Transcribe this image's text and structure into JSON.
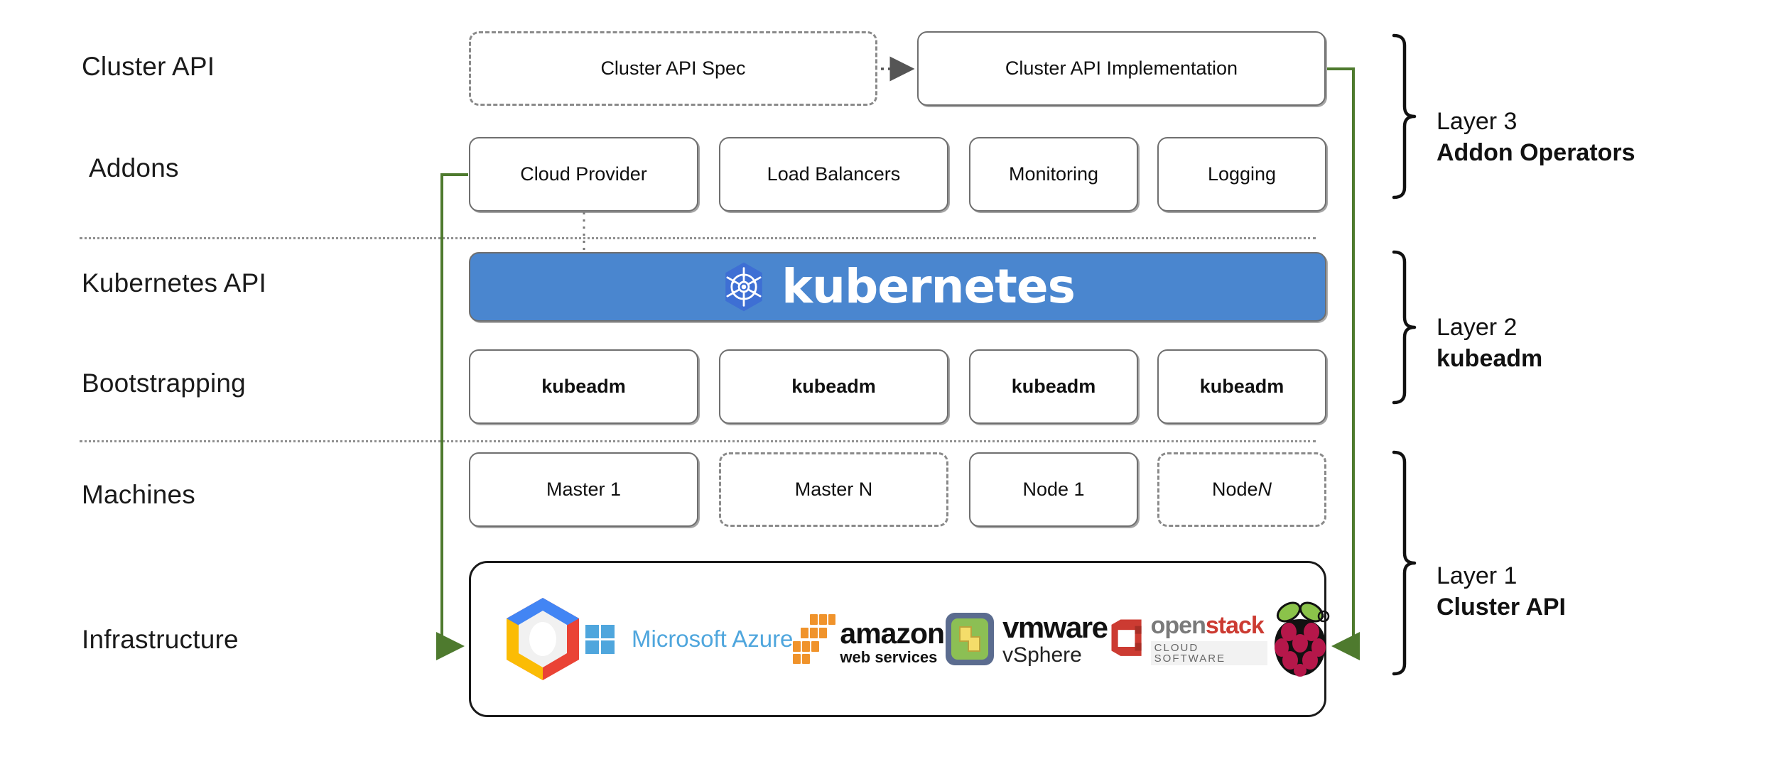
{
  "diagram": {
    "title": "Cluster API layered architecture",
    "accent_green": "#4e7a2e",
    "kubernetes_blue": "#4a86cf",
    "box_border": "#6f6f6f",
    "divider_color": "#8f8f8f"
  },
  "row_labels": [
    {
      "text": "Cluster API"
    },
    {
      "text": "Addons"
    },
    {
      "text": "Kubernetes API"
    },
    {
      "text": "Bootstrapping"
    },
    {
      "text": "Machines"
    },
    {
      "text": "Infrastructure"
    }
  ],
  "cluster_api_row": {
    "spec": {
      "label": "Cluster API Spec",
      "style": "dashed"
    },
    "implementation": {
      "label": "Cluster API Implementation",
      "style": "solid"
    },
    "connector": "dotted-arrow-right"
  },
  "addons_row": [
    {
      "label": "Cloud Provider"
    },
    {
      "label": "Load Balancers"
    },
    {
      "label": "Monitoring"
    },
    {
      "label": "Logging"
    }
  ],
  "kubernetes_banner": {
    "wordmark": "kubernetes",
    "logo_name": "kubernetes-helm-wheel-icon",
    "background": "#4a86cf"
  },
  "bootstrapping_row": [
    {
      "label": "kubeadm"
    },
    {
      "label": "kubeadm"
    },
    {
      "label": "kubeadm"
    },
    {
      "label": "kubeadm"
    }
  ],
  "machines_row": [
    {
      "label": "Master 1",
      "style": "solid",
      "italic_tail": ""
    },
    {
      "label": "Master N",
      "style": "dashed",
      "italic_tail": ""
    },
    {
      "label": "Node 1",
      "style": "solid",
      "italic_tail": ""
    },
    {
      "label": "Node ",
      "style": "dashed",
      "italic_tail": "N"
    }
  ],
  "infrastructure_row": {
    "providers": [
      {
        "name": "google-cloud-platform-logo",
        "label": ""
      },
      {
        "name": "microsoft-azure-logo",
        "label": "Microsoft Azure"
      },
      {
        "name": "amazon-web-services-logo",
        "label": "amazon",
        "sublabel": "web services"
      },
      {
        "name": "vmware-vsphere-logo",
        "label": "vmware",
        "sublabel": "vSphere"
      },
      {
        "name": "openstack-logo",
        "label": "openstack",
        "sublabel": "CLOUD SOFTWARE"
      },
      {
        "name": "raspberry-pi-logo",
        "label": ""
      }
    ]
  },
  "layers": [
    {
      "number": "Layer 3",
      "name": "Addon Operators"
    },
    {
      "number": "Layer 2",
      "name": "kubeadm"
    },
    {
      "number": "Layer 1",
      "name": "Cluster API"
    }
  ]
}
